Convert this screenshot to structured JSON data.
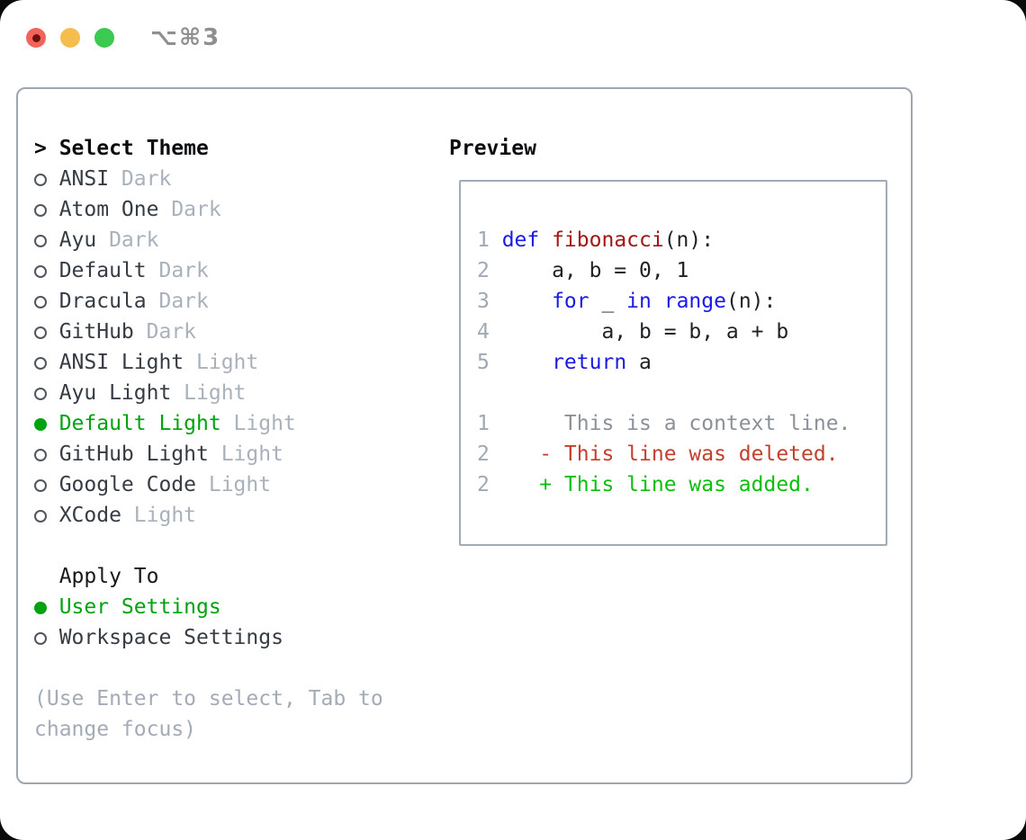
{
  "window": {
    "title_shortcut": "⌥⌘3"
  },
  "traffic_lights": {
    "close_color": "#f2635b",
    "close_dot_color": "#6d110c",
    "minimize_color": "#f5bd4d",
    "zoom_color": "#3bc94f"
  },
  "theme_list": {
    "pointer": ">",
    "header": "Select Theme",
    "items": [
      {
        "name": "ANSI",
        "tag": "Dark",
        "selected": false
      },
      {
        "name": "Atom One",
        "tag": "Dark",
        "selected": false
      },
      {
        "name": "Ayu",
        "tag": "Dark",
        "selected": false
      },
      {
        "name": "Default",
        "tag": "Dark",
        "selected": false
      },
      {
        "name": "Dracula",
        "tag": "Dark",
        "selected": false
      },
      {
        "name": "GitHub",
        "tag": "Dark",
        "selected": false
      },
      {
        "name": "ANSI Light",
        "tag": "Light",
        "selected": false
      },
      {
        "name": "Ayu Light",
        "tag": "Light",
        "selected": false
      },
      {
        "name": "Default Light",
        "tag": "Light",
        "selected": true
      },
      {
        "name": "GitHub Light",
        "tag": "Light",
        "selected": false
      },
      {
        "name": "Google Code",
        "tag": "Light",
        "selected": false
      },
      {
        "name": "XCode",
        "tag": "Light",
        "selected": false
      }
    ]
  },
  "apply_to": {
    "header": "Apply To",
    "options": [
      {
        "name": "User Settings",
        "selected": true
      },
      {
        "name": "Workspace Settings",
        "selected": false
      }
    ]
  },
  "help": {
    "line1": "(Use Enter to select, Tab to",
    "line2": "change focus)"
  },
  "preview": {
    "header": "Preview",
    "code_lines": [
      {
        "num": "1",
        "tokens": [
          {
            "style": "kw",
            "text": "def "
          },
          {
            "style": "fn",
            "text": "fibonacci"
          },
          {
            "style": "pl",
            "text": "(n):"
          }
        ]
      },
      {
        "num": "2",
        "tokens": [
          {
            "style": "pl",
            "text": "    a, b = 0, 1"
          }
        ]
      },
      {
        "num": "3",
        "tokens": [
          {
            "style": "pl",
            "text": "    "
          },
          {
            "style": "kw",
            "text": "for"
          },
          {
            "style": "pl",
            "text": " _ "
          },
          {
            "style": "kw",
            "text": "in"
          },
          {
            "style": "pl",
            "text": " "
          },
          {
            "style": "kw",
            "text": "range"
          },
          {
            "style": "pl",
            "text": "(n):"
          }
        ]
      },
      {
        "num": "4",
        "tokens": [
          {
            "style": "pl",
            "text": "        a, b = b, a + b"
          }
        ]
      },
      {
        "num": "5",
        "tokens": [
          {
            "style": "pl",
            "text": "    "
          },
          {
            "style": "kw",
            "text": "return"
          },
          {
            "style": "pl",
            "text": " a"
          }
        ]
      }
    ],
    "diff_lines": [
      {
        "num": "1",
        "kind": "context",
        "text": "     This is a context line."
      },
      {
        "num": "2",
        "kind": "deleted",
        "text": "   - This line was deleted."
      },
      {
        "num": "2",
        "kind": "added",
        "text": "   + This line was added."
      }
    ]
  },
  "colors": {
    "selection_green": "#00a30f",
    "diff_added_green": "#0cbf0c",
    "diff_deleted_red": "#c4402c",
    "keyword_blue": "#1a1ae6",
    "function_red": "#a31515",
    "muted_gray": "#a9b1bc",
    "line_number_gray": "#9fa9b4",
    "border_gray": "#9ea6b1"
  }
}
